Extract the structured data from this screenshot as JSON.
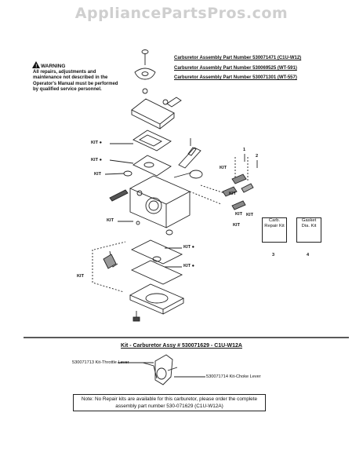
{
  "watermark": "AppliancePartsPros.com",
  "warning": {
    "title": "WARNING",
    "text": "All repairs, adjustments and maintenance not described in the Operator's Manual must be performed by qualified service personnel."
  },
  "assemblies": [
    "Carburetor Assembly Part Number 530071471 (C1U-W12)",
    "Carburetor Assembly Part Number 530069525 (WT-591)",
    "Carburetor Assembly Part Number 530071301 (WT-557)"
  ],
  "callouts": {
    "kit_bullet": "KIT ●",
    "kit": "KIT",
    "num_1": "1",
    "num_2": "2",
    "num_3": "3",
    "num_4": "4"
  },
  "boxes": {
    "repair_kit": "Carb. Repair Kit",
    "gasket_kit": "Gasket Dia. Kit"
  },
  "kit_section": {
    "title": "Kit - Carburetor Assy # 530071629 - C1U-W12A",
    "throttle_label": "530071713 Kit-Throttle Lever",
    "choke_label": "530071714 Kit-Choke Lever"
  },
  "note": "Note: No Repair kits are available for this carburetor, please order the complete assembly part number 530-071629 (C1U-W12A)"
}
